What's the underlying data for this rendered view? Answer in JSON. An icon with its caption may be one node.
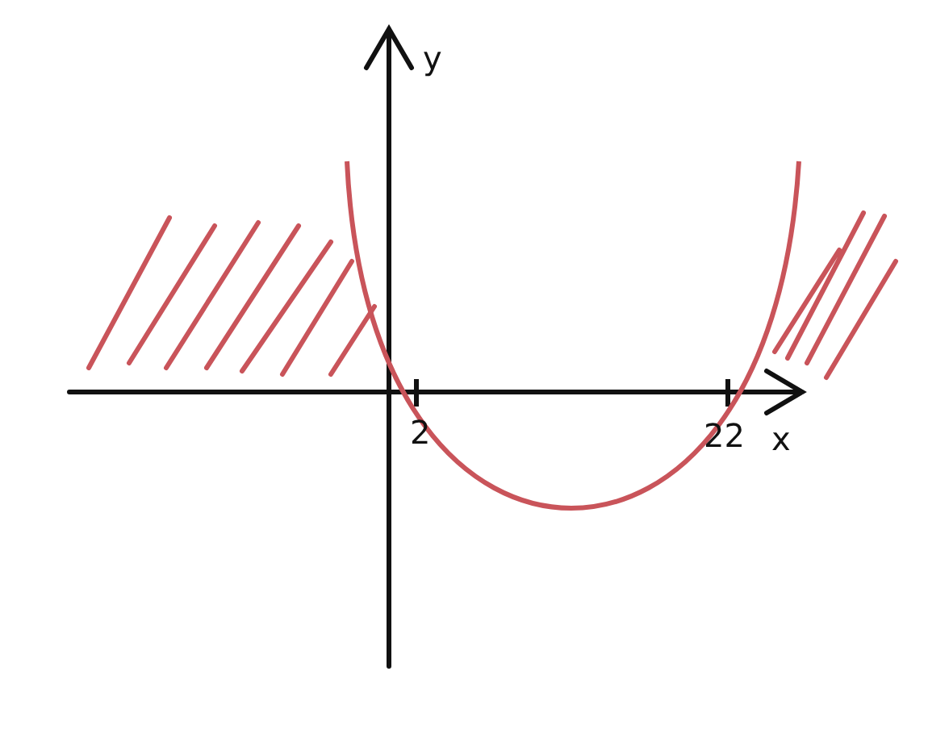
{
  "diagram": {
    "labels": [
      "y",
      "2",
      "22",
      "x"
    ]
  }
}
